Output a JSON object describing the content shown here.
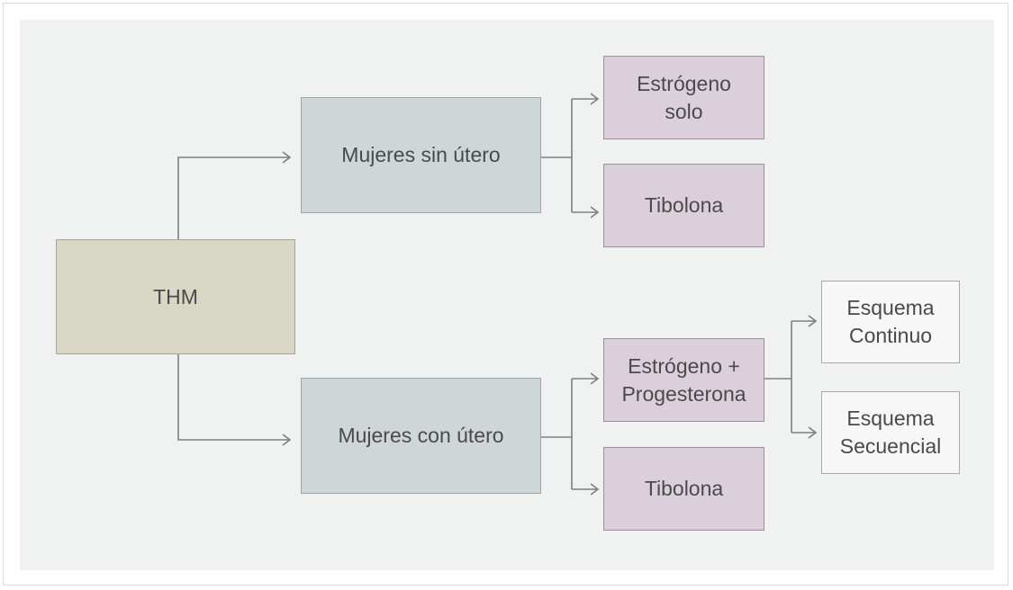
{
  "diagram": {
    "root": {
      "label": "THM"
    },
    "groups": [
      {
        "label": "Mujeres sin útero"
      },
      {
        "label": "Mujeres con útero"
      }
    ],
    "treatments": [
      {
        "label": "Estrógeno\nsolo"
      },
      {
        "label": "Tibolona"
      },
      {
        "label": "Estrógeno +\nProgesterona"
      },
      {
        "label": "Tibolona"
      }
    ],
    "schemes": [
      {
        "label": "Esquema\nContinuo"
      },
      {
        "label": "Esquema\nSecuencial"
      }
    ]
  },
  "colors": {
    "root_fill": "#d8d6c5",
    "group_fill": "#cfd6d8",
    "treatment_fill": "#dccfdc",
    "scheme_fill": "#f7f7f7",
    "connector": "#7f7f7f",
    "background": "#f0f2f2"
  }
}
